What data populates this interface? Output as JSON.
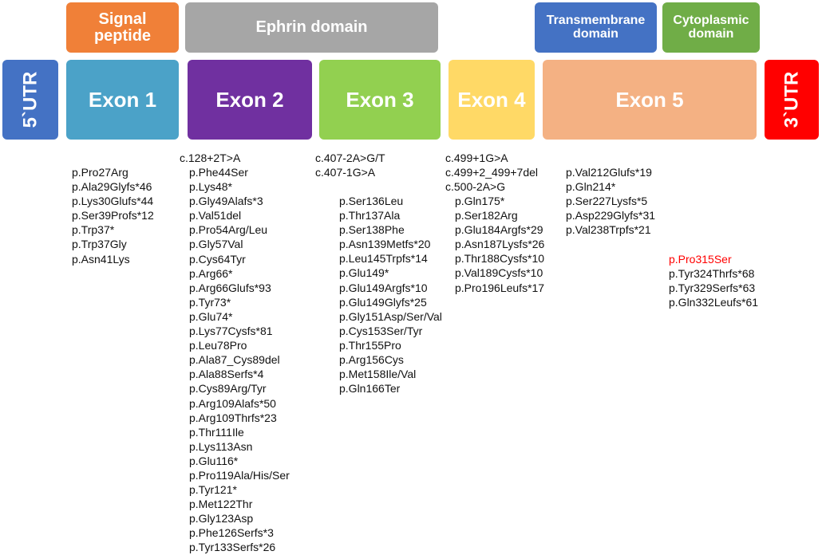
{
  "domains": {
    "signal_peptide": {
      "label": "Signal peptide",
      "color": "#F08038"
    },
    "ephrin": {
      "label": "Ephrin domain",
      "color": "#A6A6A6"
    },
    "transmembrane": {
      "label": "Transmembrane domain",
      "color": "#4472C4"
    },
    "cytoplasmic": {
      "label": "Cytoplasmic domain",
      "color": "#70AD47"
    }
  },
  "utr5": {
    "label": "5`UTR",
    "color": "#4472C4"
  },
  "utr3": {
    "label": "3`UTR",
    "color": "#FF0000"
  },
  "exons": [
    {
      "label": "Exon 1",
      "color": "#4BA2C8"
    },
    {
      "label": "Exon 2",
      "color": "#7030A0"
    },
    {
      "label": "Exon 3",
      "color": "#92D050"
    },
    {
      "label": "Exon 4",
      "color": "#FFD966"
    },
    {
      "label": "Exon 5",
      "color": "#F4B183"
    }
  ],
  "highlight_color": "#FF0000",
  "mutations": {
    "exon1": {
      "items": [
        "p.Pro27Arg",
        "p.Ala29Glyfs*46",
        "p.Lys30Glufs*44",
        "p.Ser39Profs*12",
        "p.Trp37*",
        "p.Trp37Gly",
        "p.Asn41Lys"
      ]
    },
    "exon2_splice": {
      "items": [
        "c.128+2T>A"
      ]
    },
    "exon2": {
      "items": [
        "p.Phe44Ser",
        "p.Lys48*",
        "p.Gly49Alafs*3",
        "p.Val51del",
        "p.Pro54Arg/Leu",
        "p.Gly57Val",
        "p.Cys64Tyr",
        "p.Arg66*",
        "p.Arg66Glufs*93",
        "p.Tyr73*",
        "p.Glu74*",
        "p.Lys77Cysfs*81",
        "p.Leu78Pro",
        "p.Ala87_Cys89del",
        "p.Ala88Serfs*4",
        "p.Cys89Arg/Tyr",
        "p.Arg109Alafs*50",
        "p.Arg109Thrfs*23",
        "p.Thr111Ile",
        "p.Lys113Asn",
        "p.Glu116*",
        "p.Pro119Ala/His/Ser",
        "p.Tyr121*",
        "p.Met122Thr",
        "p.Gly123Asp",
        "p.Phe126Serfs*3",
        "p.Tyr133Serfs*26"
      ]
    },
    "exon3_splice": {
      "items": [
        "c.407-2A>G/T",
        "c.407-1G>A"
      ]
    },
    "exon3": {
      "items": [
        "p.Ser136Leu",
        "p.Thr137Ala",
        "p.Ser138Phe",
        "p.Asn139Metfs*20",
        "p.Leu145Trpfs*14",
        "p.Glu149*",
        "p.Glu149Argfs*10",
        "p.Glu149Glyfs*25",
        "p.Gly151Asp/Ser/Val",
        "p.Cys153Ser/Tyr",
        "p.Thr155Pro",
        "p.Arg156Cys",
        "p.Met158Ile/Val",
        "p.Gln166Ter"
      ]
    },
    "exon4_splice": {
      "items": [
        "c.499+1G>A",
        "c.499+2_499+7del",
        "c.500-2A>G"
      ]
    },
    "exon4": {
      "items": [
        "p.Gln175*",
        "p.Ser182Arg",
        "p.Glu184Argfs*29",
        "p.Asn187Lysfs*26",
        "p.Thr188Cysfs*10",
        "p.Val189Cysfs*10",
        "p.Pro196Leufs*17"
      ]
    },
    "exon5": {
      "items": [
        "p.Val212Glufs*19",
        "p.Gln214*",
        "p.Ser227Lysfs*5",
        "p.Asp229Glyfs*31",
        "p.Val238Trpfs*21"
      ]
    },
    "exon5_cyto": {
      "highlight": "p.Pro315Ser",
      "items": [
        "p.Tyr324Thrfs*68",
        "p.Tyr329Serfs*63",
        "p.Gln332Leufs*61"
      ]
    }
  }
}
